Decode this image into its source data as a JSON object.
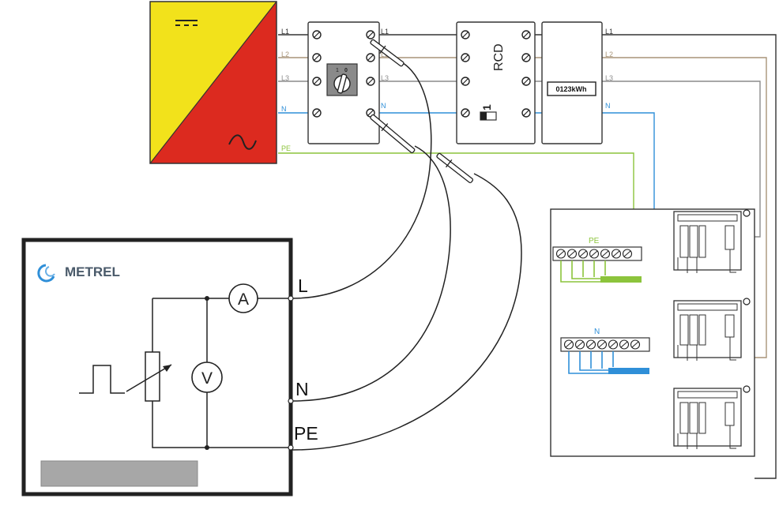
{
  "inverter": {
    "dc_symbol": "⎓",
    "ac_symbol": "~",
    "colors": {
      "dc": "#f2e21b",
      "ac": "#dc2a1f"
    }
  },
  "line_labels": {
    "inverter_out": [
      "L1",
      "L2",
      "L3",
      "N",
      "PE"
    ],
    "switch_out": [
      "L1",
      "L2",
      "L3",
      "N"
    ],
    "meter_out": [
      "L1",
      "L2",
      "L3",
      "N"
    ]
  },
  "switch": {
    "pos_off": "0",
    "pos_on": "1"
  },
  "rcd": {
    "label": "RCD",
    "toggle_label": "1"
  },
  "energy_meter": {
    "reading": "0123kWh"
  },
  "distribution_board": {
    "pe_bar_label": "PE",
    "n_bar_label": "N"
  },
  "instrument": {
    "brand": "METREL",
    "terminals": [
      "L",
      "N",
      "PE"
    ],
    "ammeter_symbol": "A",
    "voltmeter_symbol": "V"
  },
  "wire_colors": {
    "L1": "#333333",
    "L2": "#a89479",
    "L3": "#8c8c8c",
    "N": "#2f8fd8",
    "PE": "#8cc43c"
  }
}
